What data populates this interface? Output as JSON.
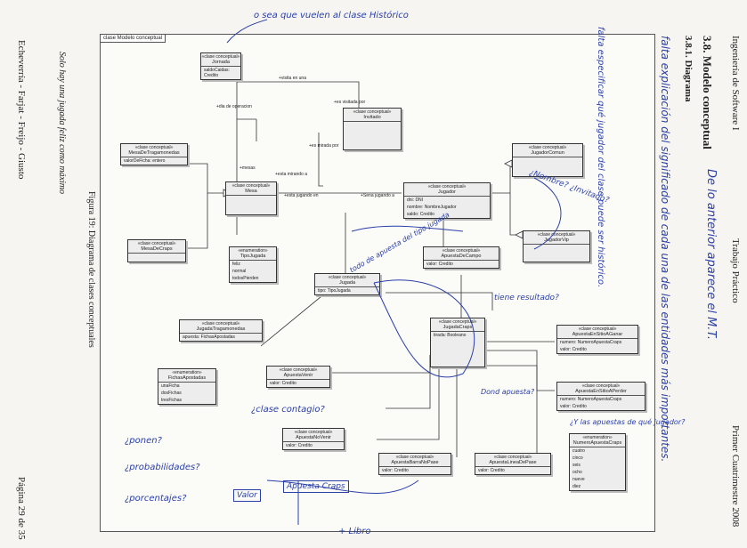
{
  "header": {
    "course": "Ingeniería de Software I",
    "doc_type": "Trabajo Práctico",
    "term": "Primer Cuatrimestre 2008",
    "section": "3.8.   Modelo conceptual",
    "subsection": "3.8.1.   Diagrama"
  },
  "footer": {
    "authors": "Echeverría - Farjat - Freijo - Giusto",
    "page": "Página 29 de 35",
    "note": "Solo hay una jugada feliz como máximo"
  },
  "figure_caption": "Figura 19: Diagrama de clases conceptuales",
  "diagram": {
    "title": "clase Modelo conceptual",
    "classes": [
      {
        "stereo": "«clase conceptual»",
        "name": "Jornada",
        "attrs": [
          "saldoCaidas: Credito"
        ]
      },
      {
        "stereo": "«clase conceptual»",
        "name": "Invitado",
        "attrs": []
      },
      {
        "stereo": "«clase conceptual»",
        "name": "MesaDeTragamonedas",
        "attrs": [
          "valorDeFicha: entero"
        ]
      },
      {
        "stereo": "«clase conceptual»",
        "name": "Mesa",
        "attrs": []
      },
      {
        "stereo": "«clase conceptual»",
        "name": "Jugador",
        "attrs": [
          "dni: DNI",
          "nombre: NombreJugador",
          "saldo: Credito"
        ]
      },
      {
        "stereo": "«clase conceptual»",
        "name": "JugadorComun",
        "attrs": []
      },
      {
        "stereo": "«clase conceptual»",
        "name": "JugadorVip",
        "attrs": []
      },
      {
        "stereo": "«clase conceptual»",
        "name": "MesaDeCraps",
        "attrs": []
      },
      {
        "stereo": "«enumeration»",
        "name": "TipoJugada",
        "attrs": [
          "feliz",
          "normal",
          "todosPierden"
        ]
      },
      {
        "stereo": "«clase conceptual»",
        "name": "Jugada",
        "attrs": [
          "tipo: TipoJugada"
        ]
      },
      {
        "stereo": "«clase conceptual»",
        "name": "ApuestaDeCampo",
        "attrs": [
          "valor: Credito"
        ]
      },
      {
        "stereo": "«clase conceptual»",
        "name": "JugadaTragamonedas",
        "attrs": [
          "apuesta: FichasApostadas"
        ]
      },
      {
        "stereo": "«clase conceptual»",
        "name": "JugadaCraps",
        "attrs": [
          "tirada: Booleano"
        ]
      },
      {
        "stereo": "«clase conceptual»",
        "name": "ApuestaEnSitioAGanar",
        "attrs": [
          "numero: NumeroApuestaCraps",
          "valor: Credito"
        ]
      },
      {
        "stereo": "«enumeration»",
        "name": "FichasApostadas",
        "attrs": [
          "unaFicha",
          "dosFichas",
          "tresFichas"
        ]
      },
      {
        "stereo": "«clase conceptual»",
        "name": "ApuestaVenir",
        "attrs": [
          "valor: Credito"
        ]
      },
      {
        "stereo": "«clase conceptual»",
        "name": "ApuestaEnSitioAPerder",
        "attrs": [
          "numero: NumeroApuestaCraps",
          "valor: Credito"
        ]
      },
      {
        "stereo": "«clase conceptual»",
        "name": "ApuestaNoVenir",
        "attrs": [
          "valor: Credito"
        ]
      },
      {
        "stereo": "«enumeration»",
        "name": "NumeroApuestaCraps",
        "attrs": [
          "cuatro",
          "cinco",
          "seis",
          "ocho",
          "nueve",
          "diez"
        ]
      },
      {
        "stereo": "«clase conceptual»",
        "name": "ApuestaBarraNoPase",
        "attrs": [
          "valor: Credito"
        ]
      },
      {
        "stereo": "«clase conceptual»",
        "name": "ApuestaLineaDePase",
        "attrs": [
          "valor: Credito"
        ]
      }
    ],
    "labels": {
      "visita": "+visita en una",
      "es_visitada": "+es visitada por",
      "dia_operacion": "+dia de operacion",
      "es_mirada": "+es mirada por",
      "mesas": "+mesas",
      "esta_mirando": "+esta mirando a",
      "esta_jugando": "+esta jugando en",
      "siendo_jugada": "+Sena jugando a"
    }
  },
  "annotations": {
    "a1": "o sea que vuelen al clase Histórico",
    "a2": "falta explicación del significado de cada una de las entidades más importantes.",
    "a3": "falta especificar qué jugador del clase puede ser histórico.",
    "a4": "De lo anterior aparece el M.T.",
    "a5": "¿Nombre? ¿Invitado?",
    "a6": "todo de apuesta del tipo jugada",
    "a7": "tiene resultado?",
    "a8": "¿clase contagio?",
    "a9": "Dond apuesta?",
    "a10": "¿Y las apuestas de qué jugador?",
    "a11": "¿ponen?",
    "a12": "¿probabilidades?",
    "a13": "¿porcentajes?",
    "a14": "Valor",
    "a15": "Apuesta Craps",
    "a16": "+ Libro"
  }
}
